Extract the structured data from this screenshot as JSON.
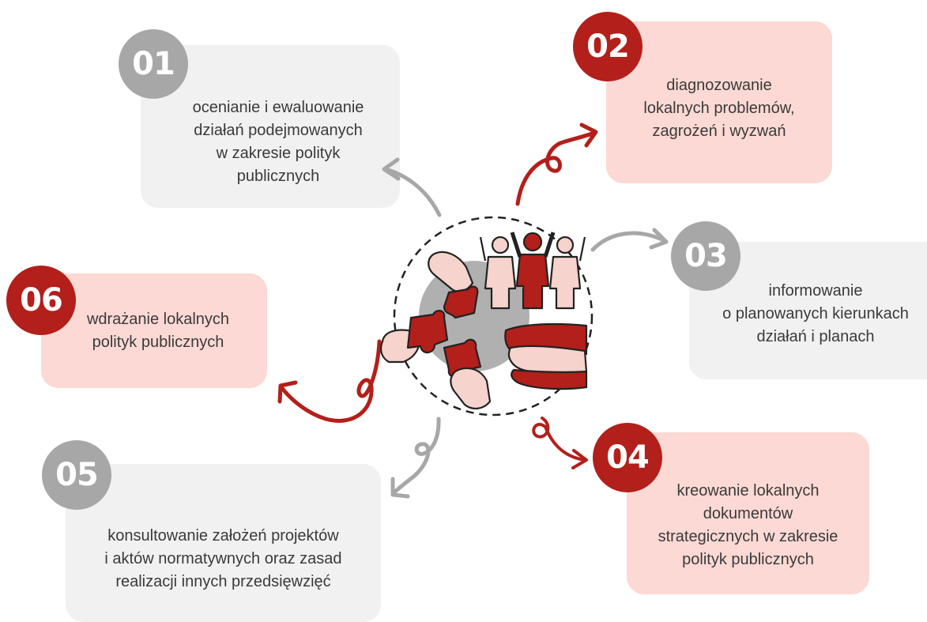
{
  "items": [
    {
      "number": "01",
      "text": "ocenianie i ewaluowanie\ndziałań podejmowanych\nw zakresie polityk\npublicznych",
      "style": "gray"
    },
    {
      "number": "02",
      "text": "diagnozowanie\nlokalnych problemów,\nzagrożeń i wyzwań",
      "style": "red"
    },
    {
      "number": "03",
      "text": "informowanie\no planowanych kierunkach\ndziałań i planach",
      "style": "gray"
    },
    {
      "number": "04",
      "text": "kreowanie lokalnych\ndokumentów\nstrategicznych w zakresie\npolityk publicznych",
      "style": "red"
    },
    {
      "number": "05",
      "text": "konsultowanie założeń projektów\ni aktów normatywnych oraz zasad\nrealizacji innych przedsięwzięć",
      "style": "gray"
    },
    {
      "number": "06",
      "text": "wdrażanie lokalnych\npolityk publicznych",
      "style": "red"
    }
  ],
  "colors": {
    "red": "#b31f1a",
    "gray": "#a7a7a7",
    "card_gray": "#f1f1f1",
    "card_pink": "#fcd9d4",
    "skin": "#f7d3cd"
  }
}
